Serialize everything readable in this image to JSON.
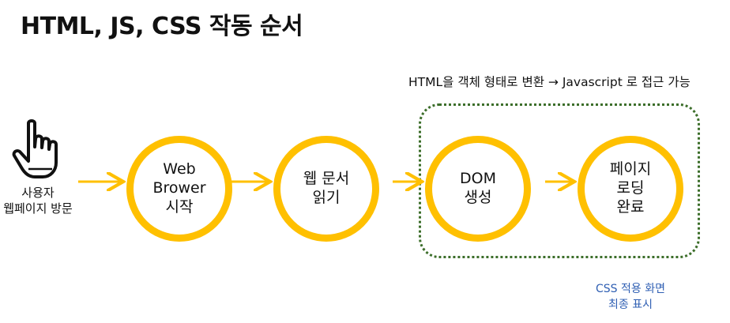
{
  "title": "HTML, JS, CSS 작동 순서",
  "group_note": "HTML을 객체 형태로 변환 → Javascript 로 접근 가능",
  "user": {
    "label": "사용자\n웹페이지 방문",
    "icon": "pointing-hand-icon"
  },
  "steps": [
    {
      "label": "Web\nBrower\n시작"
    },
    {
      "label": "웹 문서\n읽기"
    },
    {
      "label": "DOM\n생성"
    },
    {
      "label": "페이지\n로딩\n완료"
    }
  ],
  "footer_note": "CSS 적용 화면\n최종 표시",
  "colors": {
    "circle": "#ffc000",
    "arrow": "#ffc000",
    "group_border": "#3c6e2a",
    "footer_note": "#2f5fb3"
  }
}
